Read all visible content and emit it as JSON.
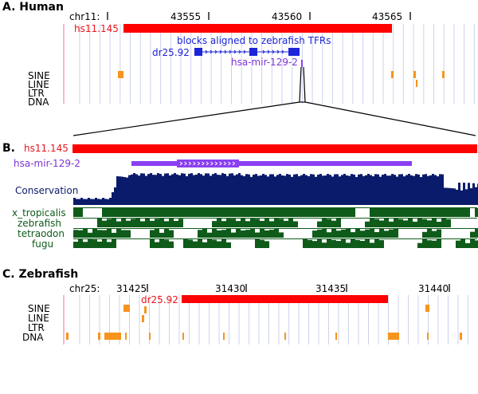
{
  "colors": {
    "red": "#ff0000",
    "blue": "#1d24d9",
    "purple": "#8a3ff0",
    "navy": "#0b1b6b",
    "green": "#0f5b1a",
    "orange": "#f7941d",
    "grid": "#cdd2ee",
    "left_axis": "#f08ab4"
  },
  "panel_a": {
    "label": "A. Human",
    "chrom_label": "chr11:",
    "ticks": [
      "43555",
      "43560",
      "43565"
    ],
    "region_label": "hs11.145",
    "blocks_label": "blocks aligned to zebrafish TFRs",
    "dr_label": "dr25.92",
    "mir_label": "hsa-mir-129-2",
    "repeat_tracks": [
      "SINE",
      "LINE",
      "LTR",
      "DNA"
    ]
  },
  "panel_b": {
    "label": "B.",
    "region_label": "hs11.145",
    "mir_label": "hsa-mir-129-2",
    "conservation_label": "Conservation",
    "species": [
      "x_tropicalis",
      "zebrafish",
      "tetraodon",
      "fugu"
    ]
  },
  "panel_c": {
    "label": "C. Zebrafish",
    "chrom_label": "chr25:",
    "ticks": [
      "31425",
      "31430",
      "31435",
      "31440"
    ],
    "region_label": "dr25.92",
    "repeat_tracks": [
      "SINE",
      "LINE",
      "LTR",
      "DNA"
    ]
  }
}
